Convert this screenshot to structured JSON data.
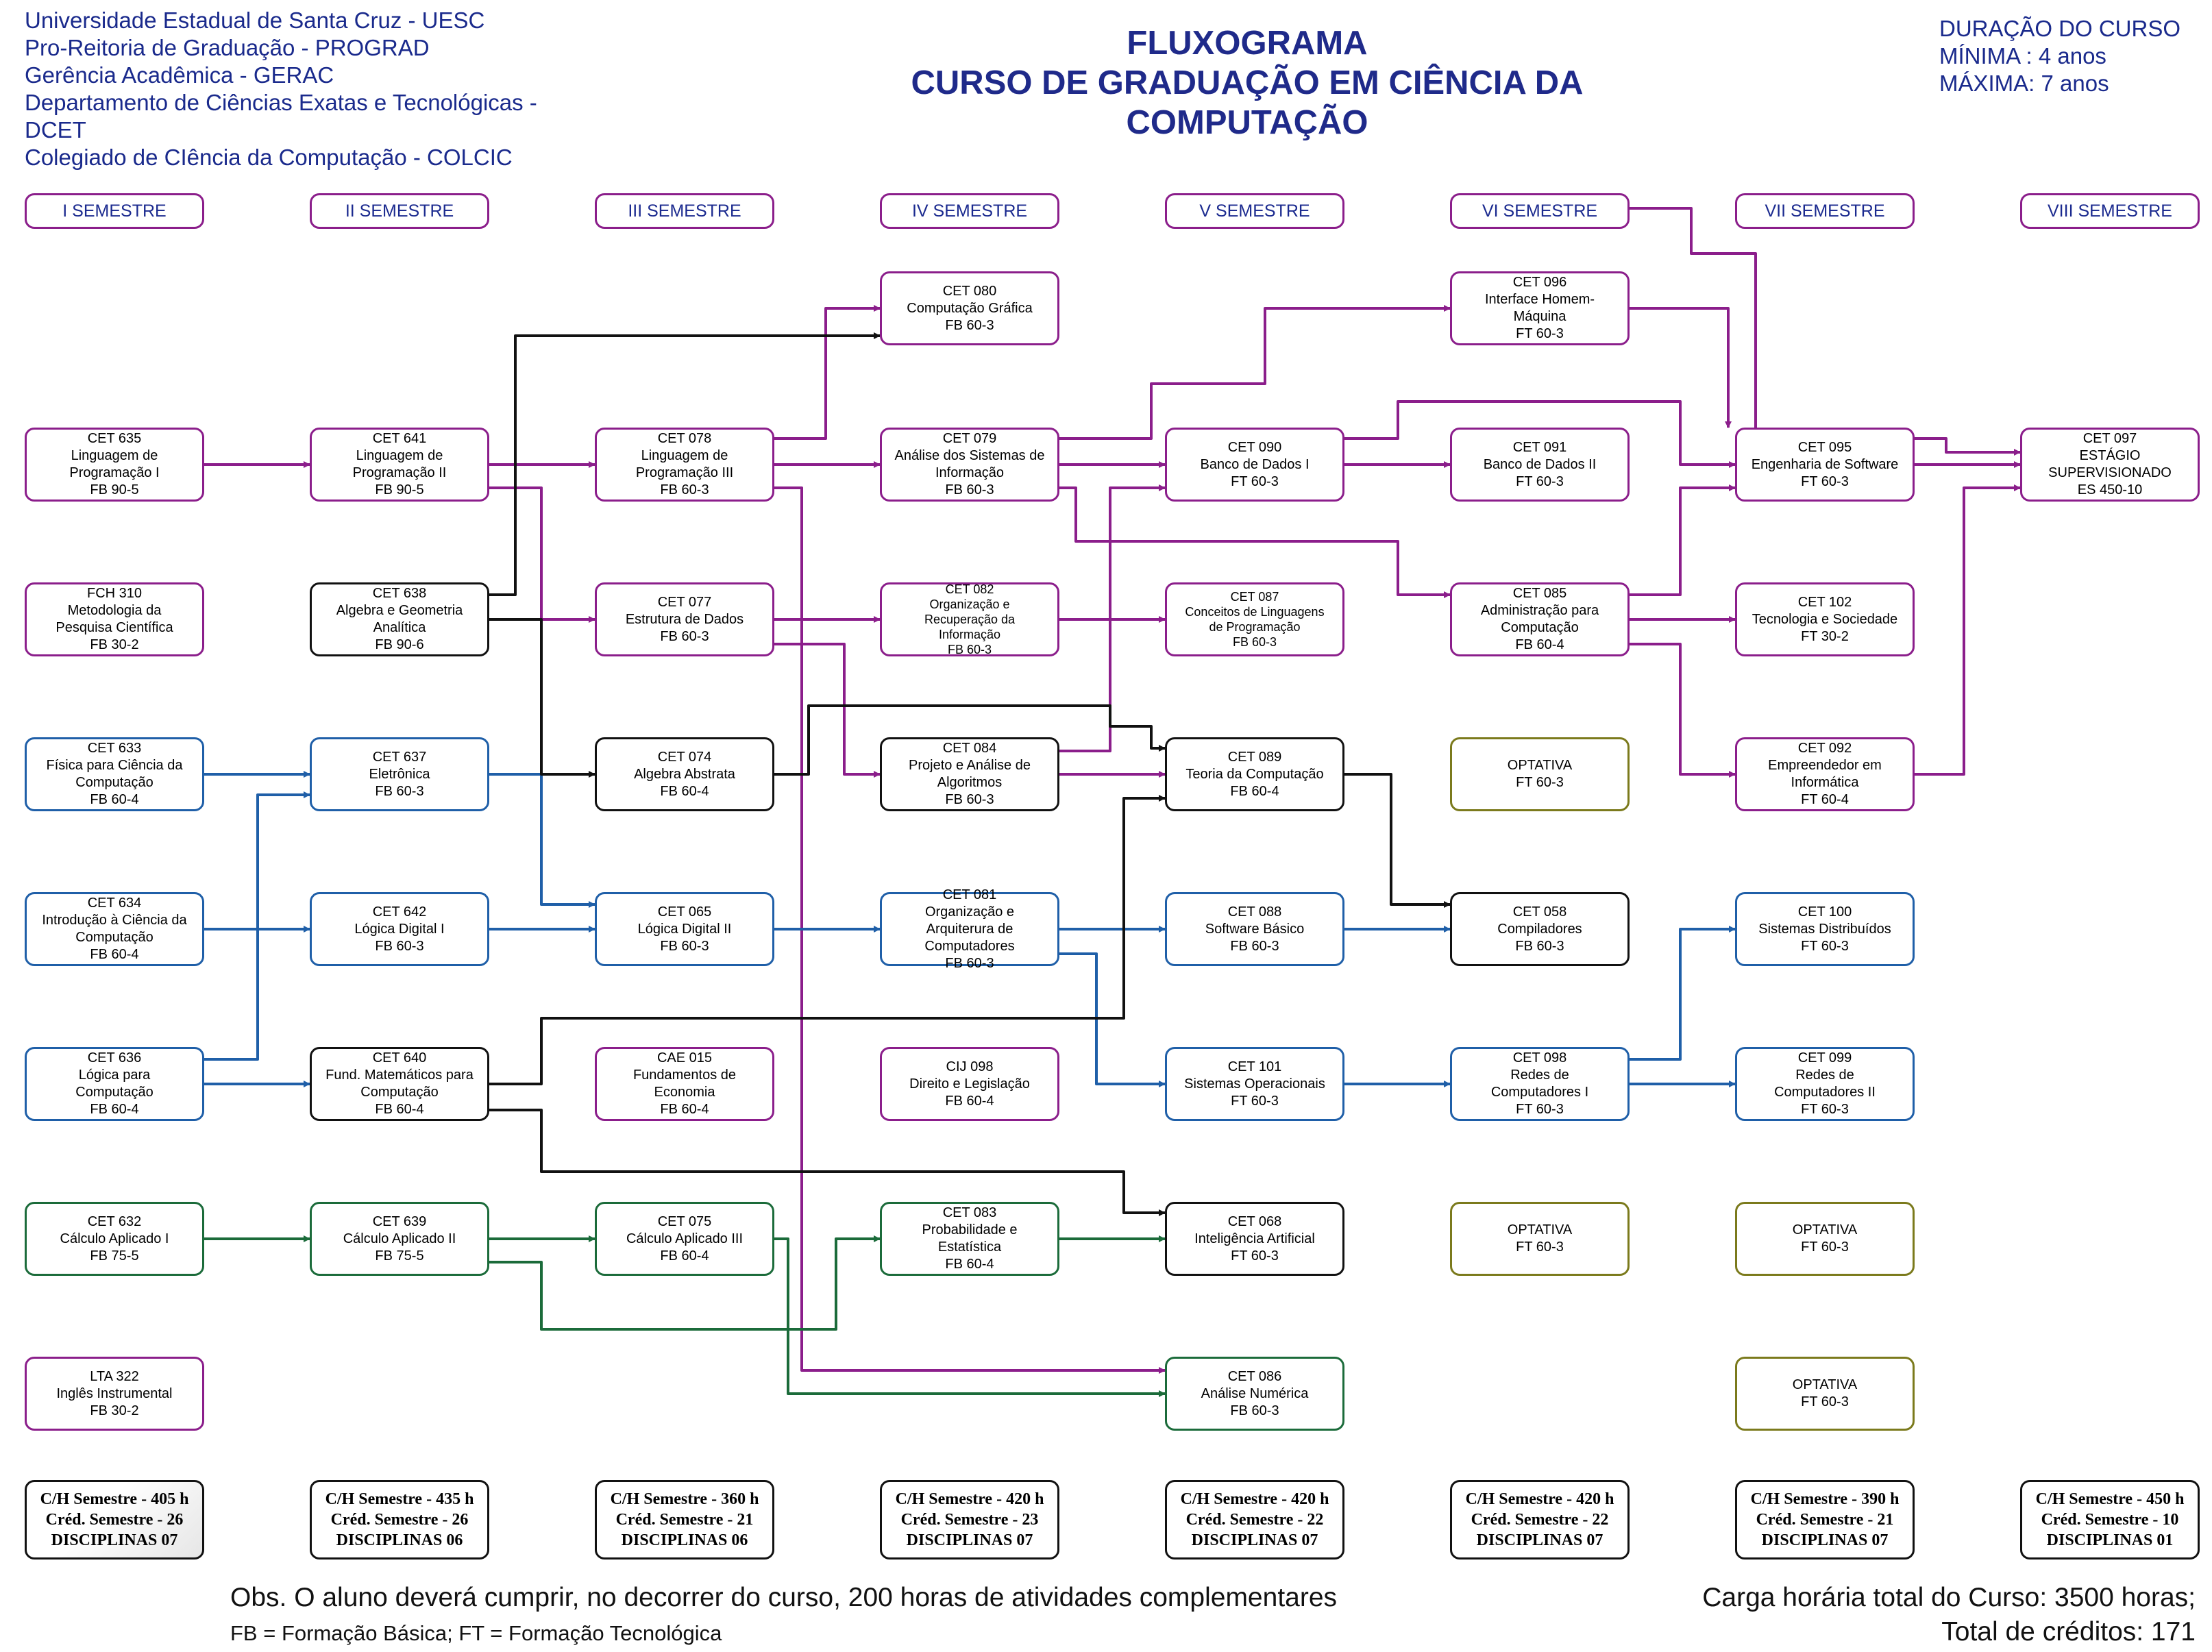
{
  "header": {
    "institution_lines": [
      "Universidade Estadual de Santa Cruz - UESC",
      "Pro-Reitoria de Graduação - PROGRAD",
      "Gerência  Acadêmica - GERAC",
      "Departamento de Ciências Exatas e Tecnológicas -",
      "DCET",
      "Colegiado de CIência da Computação - COLCIC"
    ],
    "title_lines": [
      "FLUXOGRAMA",
      "CURSO DE GRADUAÇÃO EM CIÊNCIA DA",
      "COMPUTAÇÃO"
    ],
    "duration_lines": [
      "DURAÇÃO DO CURSO",
      "MÍNIMA : 4 anos",
      "MÁXIMA: 7 anos"
    ]
  },
  "colors": {
    "purple": "#8b1e8b",
    "blue": "#1f5fa8",
    "black": "#111111",
    "green": "#1b6b3a",
    "olive": "#7b7a1c",
    "text_navy": "#1b2a8f"
  },
  "semesters": [
    "I SEMESTRE",
    "II  SEMESTRE",
    "III SEMESTRE",
    "IV  SEMESTRE",
    "V SEMESTRE",
    "VI SEMESTRE",
    "VII SEMESTRE",
    "VIII SEMESTRE"
  ],
  "courses": {
    "cet635": [
      "CET 635",
      "Linguagem de",
      "Programação I",
      "FB 90-5"
    ],
    "fch310": [
      "FCH 310",
      "Metodologia da",
      "Pesquisa Científica",
      "FB 30-2"
    ],
    "cet633": [
      "CET 633",
      "Física para Ciência da",
      "Computação",
      "FB 60-4"
    ],
    "cet634": [
      "CET 634",
      "Introdução à Ciência da",
      "Computação",
      "FB 60-4"
    ],
    "cet636": [
      "CET 636",
      "Lógica para",
      "Computação",
      "FB 60-4"
    ],
    "cet632": [
      "CET 632",
      "Cálculo Aplicado I",
      "FB 75-5"
    ],
    "lta322": [
      "LTA 322",
      "Inglês Instrumental",
      "FB 30-2"
    ],
    "cet641": [
      "CET 641",
      "Linguagem de",
      "Programação II",
      "FB 90-5"
    ],
    "cet638": [
      "CET 638",
      "Algebra e Geometria",
      "Analítica",
      "FB 90-6"
    ],
    "cet637": [
      "CET 637",
      "Eletrônica",
      "FB 60-3"
    ],
    "cet642": [
      "CET 642",
      "Lógica Digital I",
      "FB 60-3"
    ],
    "cet640": [
      "CET 640",
      "Fund. Matemáticos para",
      "Computação",
      "FB 60-4"
    ],
    "cet639": [
      "CET 639",
      "Cálculo Aplicado II",
      "FB 75-5"
    ],
    "cet078": [
      "CET 078",
      "Linguagem de",
      "Programação III",
      "FB 60-3"
    ],
    "cet077": [
      "CET 077",
      "Estrutura de Dados",
      "FB 60-3"
    ],
    "cet074": [
      "CET 074",
      "Algebra Abstrata",
      "FB 60-4"
    ],
    "cet065": [
      "CET 065",
      "Lógica Digital II",
      "FB 60-3"
    ],
    "cae015": [
      "CAE 015",
      "Fundamentos de",
      "Economia",
      "FB 60-4"
    ],
    "cet075": [
      "CET 075",
      "Cálculo Aplicado III",
      "FB 60-4"
    ],
    "cet080": [
      "CET 080",
      "Computação Gráfica",
      "FB 60-3"
    ],
    "cet079": [
      "CET 079",
      "Análise dos Sistemas de",
      "Informação",
      "FB 60-3"
    ],
    "cet082": [
      "CET 082",
      "Organização e",
      "Recuperação da",
      "Informação",
      "FB 60-3"
    ],
    "cet084": [
      "CET 084",
      "Projeto e Análise de",
      "Algoritmos",
      "FB 60-3"
    ],
    "cet081": [
      "CET 081",
      "Organização e",
      "Arquiterura de",
      "Computadores",
      "FB 60-3"
    ],
    "cij098": [
      "CIJ 098",
      "Direito e Legislação",
      "FB 60-4"
    ],
    "cet083": [
      "CET 083",
      "Probabilidade e",
      "Estatística",
      "FB 60-4"
    ],
    "cet090": [
      "CET 090",
      "Banco de Dados I",
      "FT 60-3"
    ],
    "cet087": [
      "CET 087",
      "Conceitos de Linguagens",
      "de Programação",
      "FB 60-3"
    ],
    "cet089": [
      "CET 089",
      "Teoria da Computação",
      "FB 60-4"
    ],
    "cet088": [
      "CET 088",
      "Software Básico",
      "FB 60-3"
    ],
    "cet101": [
      "CET 101",
      "Sistemas Operacionais",
      "FT 60-3"
    ],
    "cet068": [
      "CET 068",
      "Inteligência Artificial",
      "FT 60-3"
    ],
    "cet086": [
      "CET 086",
      "Análise Numérica",
      "FB 60-3"
    ],
    "cet096": [
      "CET 096",
      "Interface Homem-",
      "Máquina",
      "FT 60-3"
    ],
    "cet091": [
      "CET 091",
      "Banco de Dados II",
      "FT 60-3"
    ],
    "cet085": [
      "CET 085",
      "Administração para",
      "Computação",
      "FB 60-4"
    ],
    "opt6a": [
      "OPTATIVA",
      "FT 60-3"
    ],
    "cet058": [
      "CET 058",
      "Compiladores",
      "FB 60-3"
    ],
    "cet098": [
      "CET 098",
      "Redes de",
      "Computadores I",
      "FT 60-3"
    ],
    "opt6b": [
      "OPTATIVA",
      "FT 60-3"
    ],
    "cet095": [
      "CET 095",
      "Engenharia de Software",
      "FT 60-3"
    ],
    "cet102": [
      "CET 102",
      "Tecnologia e Sociedade",
      "FT 30-2"
    ],
    "cet092": [
      "CET 092",
      "Empreendedor em",
      "Informática",
      "FT 60-4"
    ],
    "cet100": [
      "CET 100",
      "Sistemas Distribuídos",
      "FT 60-3"
    ],
    "cet099": [
      "CET 099",
      "Redes de",
      "Computadores II",
      "FT 60-3"
    ],
    "opt7a": [
      "OPTATIVA",
      "FT 60-3"
    ],
    "opt7b": [
      "OPTATIVA",
      "FT 60-3"
    ],
    "cet097": [
      "CET 097",
      "ESTÁGIO",
      "SUPERVISIONADO",
      "ES 450-10"
    ]
  },
  "totals": [
    [
      "C/H Semestre - 405 h",
      "Créd. Semestre - 26",
      "DISCIPLINAS 07"
    ],
    [
      "C/H Semestre - 435 h",
      "Créd. Semestre - 26",
      "DISCIPLINAS 06"
    ],
    [
      "C/H Semestre - 360 h",
      "Créd. Semestre - 21",
      "DISCIPLINAS 06"
    ],
    [
      "C/H Semestre - 420 h",
      "Créd. Semestre - 23",
      "DISCIPLINAS 07"
    ],
    [
      "C/H Semestre - 420 h",
      "Créd. Semestre - 22",
      "DISCIPLINAS 07"
    ],
    [
      "C/H Semestre - 420 h",
      "Créd. Semestre - 22",
      "DISCIPLINAS 07"
    ],
    [
      "C/H Semestre - 390 h",
      "Créd. Semestre - 21",
      "DISCIPLINAS 07"
    ],
    [
      "C/H Semestre - 450 h",
      "Créd. Semestre - 10",
      "DISCIPLINAS 01"
    ]
  ],
  "footer": {
    "obs": "Obs. O aluno deverá cumprir, no decorrer do curso, 200 horas de atividades complementares",
    "legend": "FB = Formação Básica; FT = Formação Tecnológica",
    "total_hours": "Carga horária total do Curso: 3500 horas;",
    "total_credits": "Total de créditos: 171"
  }
}
